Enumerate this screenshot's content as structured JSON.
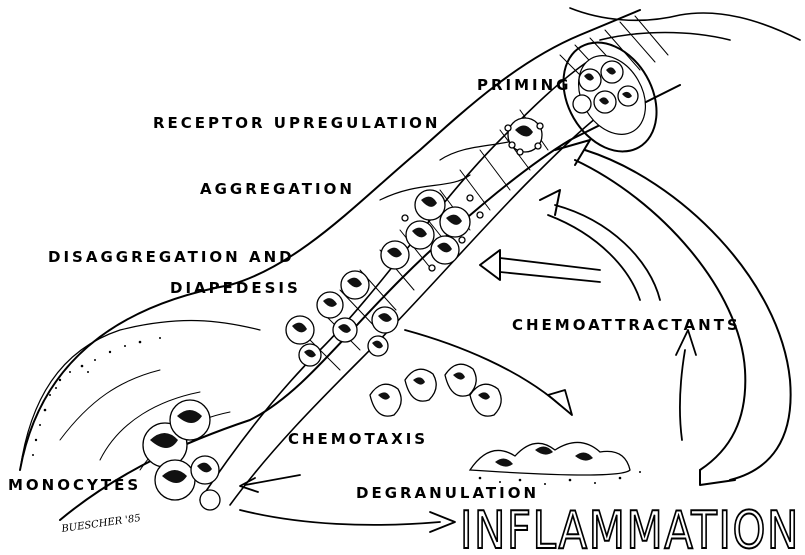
{
  "labels": {
    "priming": "PRIMING",
    "receptor_upregulation": "RECEPTOR UPREGULATION",
    "aggregation": "AGGREGATION",
    "disaggregation_line1": "DISAGGREGATION AND",
    "disaggregation_line2": "DIAPEDESIS",
    "chemoattractants": "CHEMOATTRACTANTS",
    "chemotaxis": "CHEMOTAXIS",
    "monocytes": "MONOCYTES",
    "degranulation": "DEGRANULATION",
    "inflammation": "INFLAMMATION"
  },
  "signature": "BUESCHER '85",
  "colors": {
    "ink": "#000000",
    "paper": "#ffffff"
  }
}
